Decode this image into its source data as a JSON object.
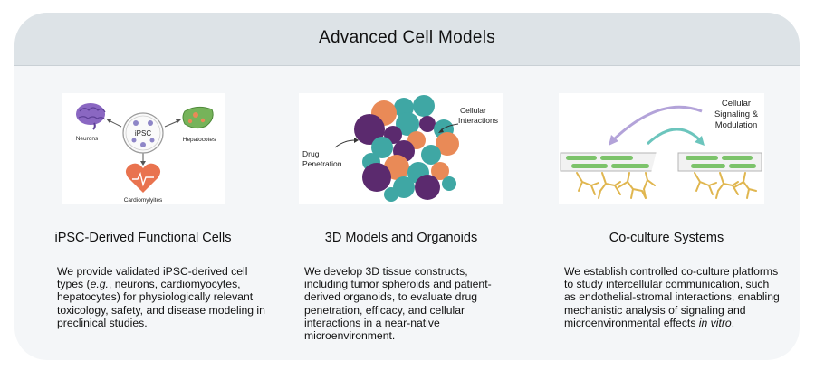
{
  "header": {
    "title": "Advanced Cell Models"
  },
  "columns": [
    {
      "title": "iPSC-Derived Functional Cells",
      "figure": {
        "center_label": "iPSC",
        "labels": {
          "neurons": "Neurons",
          "hepatocytes": "Hepatocotes",
          "cardiomyocytes": "Cardiomylyites"
        },
        "icons": [
          "brain-icon",
          "liver-icon",
          "heart-icon",
          "stem-cell-icon"
        ]
      },
      "description": {
        "part1": "We provide validated iPSC-derived cell types (",
        "em1": "e.g.",
        "part2": ", neurons, cardiomyocytes, hepatocytes) for physiologically relevant toxicology, safety, and disease modeling in preclinical studies."
      }
    },
    {
      "title": "3D Models and Organoids",
      "figure": {
        "label_interactions_line1": "Cellular",
        "label_interactions_line2": "Interactions",
        "label_penetration_line1": "Drug",
        "label_penetration_line2": "Penetration",
        "colors": {
          "purple": "#5b2a6e",
          "teal": "#3fa7a4",
          "orange": "#e98a57"
        }
      },
      "description": {
        "text": "We develop 3D tissue constructs, including tumor spheroids and patient-derived organoids, to evaluate drug penetration, efficacy, and cellular interactions in a near-native microenvironment."
      }
    },
    {
      "title": "Co-culture Systems",
      "figure": {
        "label_line1": "Cellular",
        "label_line2": "Signaling &",
        "label_line3": "Modulation",
        "colors": {
          "endothelial": "#7cc36a",
          "stromal": "#e0b64f",
          "arrow_purple": "#b3a3d9",
          "arrow_teal": "#6cc5bd"
        }
      },
      "description": {
        "part1": "We establish controlled co-culture platforms to study intercellular communication, such as endothelial-stromal interactions, enabling mechanistic analysis of signaling and microenvironmental effects ",
        "em1": "in vitro",
        "part2": "."
      }
    }
  ]
}
